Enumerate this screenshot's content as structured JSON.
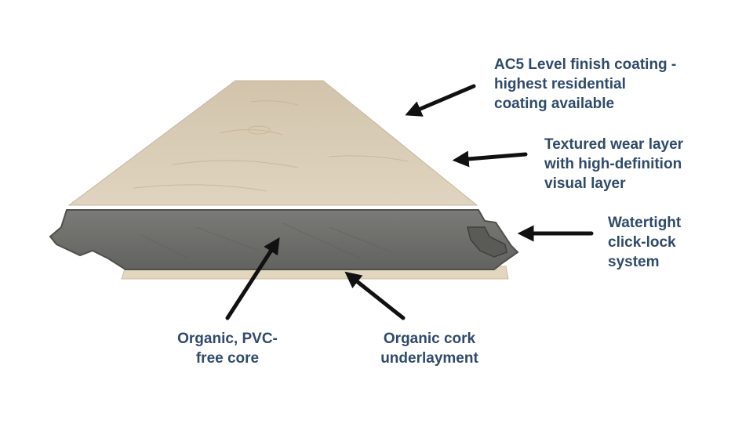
{
  "diagram": {
    "colors": {
      "label_text": "#2f4a6a",
      "arrow": "#111111",
      "wear_layer": "#d8cbb5",
      "core": "#6e6e6b",
      "core_edge": "#4f4f4c",
      "cork": "#e2d6bf"
    },
    "callouts": {
      "finish_coating": {
        "lines": [
          "AC5 Level finish coating -",
          "highest residential",
          "coating available"
        ]
      },
      "wear_layer": {
        "lines": [
          "Textured wear layer",
          "with high-definition",
          "visual layer"
        ]
      },
      "click_lock": {
        "lines": [
          "Watertight",
          "click-lock",
          "system"
        ]
      },
      "core": {
        "lines": [
          "Organic, PVC-",
          "free core"
        ]
      },
      "underlayment": {
        "lines": [
          "Organic cork",
          "underlayment"
        ]
      }
    }
  }
}
